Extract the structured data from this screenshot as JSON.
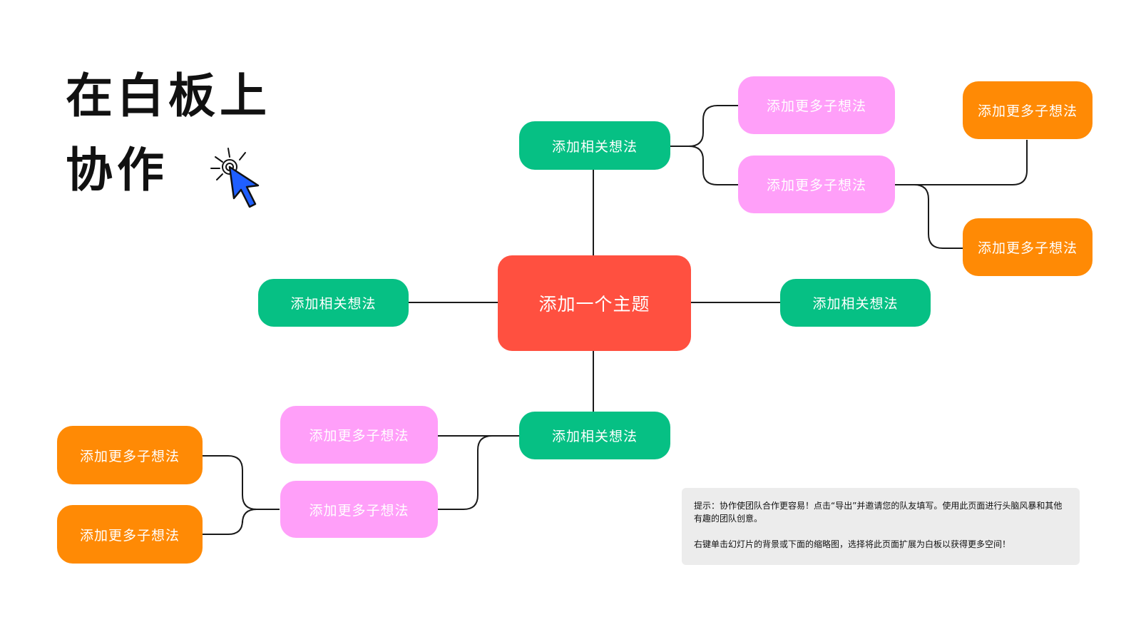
{
  "title": {
    "line1": "在白板上",
    "line2": "协作"
  },
  "mindmap": {
    "main": "添加一个主题",
    "related_top": "添加相关想法",
    "related_left": "添加相关想法",
    "related_right": "添加相关想法",
    "related_bottom": "添加相关想法",
    "top_sub_1": "添加更多子想法",
    "top_sub_2": "添加更多子想法",
    "top_subsub_1": "添加更多子想法",
    "top_subsub_2": "添加更多子想法",
    "bottom_sub_1": "添加更多子想法",
    "bottom_sub_2": "添加更多子想法",
    "bottom_subsub_1": "添加更多子想法",
    "bottom_subsub_2": "添加更多子想法"
  },
  "tip": {
    "line1": "提示：协作使团队合作更容易！点击“导出”并邀请您的队友填写。使用此页面进行头脑风暴和其他有趣的团队创意。",
    "line2": "右键单击幻灯片的背景或下面的缩略图，选择将此页面扩展为白板以获得更多空间！"
  },
  "colors": {
    "main": "#ff5040",
    "related": "#06c084",
    "sub": "#ff9ff9",
    "subsub": "#ff8a05",
    "connector": "#1a1a1a",
    "tip_background": "#ececec"
  },
  "icons": {
    "cursor": "click-cursor-icon"
  }
}
